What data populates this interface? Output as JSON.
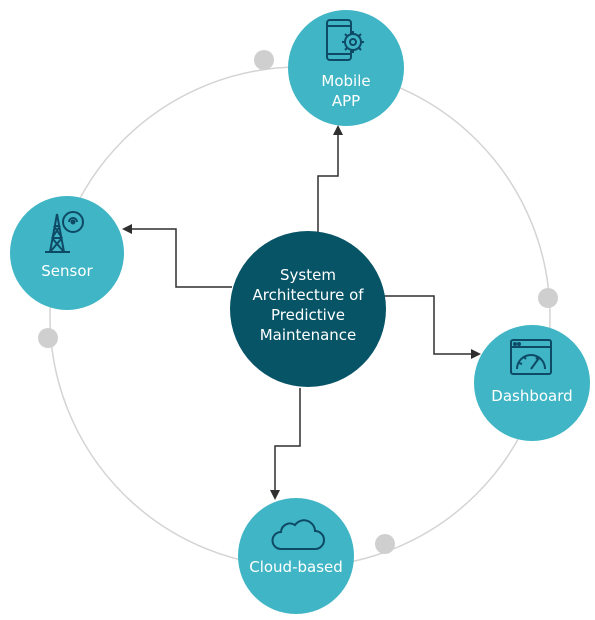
{
  "center": {
    "lines": [
      "System",
      "Architecture of",
      "Predictive",
      "Maintenance"
    ]
  },
  "nodes": {
    "mobile": {
      "lines": [
        "Mobile",
        "APP"
      ],
      "icon": "mobile-phone-gear-icon"
    },
    "sensor": {
      "lines": [
        "Sensor"
      ],
      "icon": "sensor-tower-icon"
    },
    "dashboard": {
      "lines": [
        "Dashboard"
      ],
      "icon": "dashboard-gauge-icon"
    },
    "cloud": {
      "lines": [
        "Cloud-based"
      ],
      "icon": "cloud-icon"
    }
  },
  "colors": {
    "center": "#075466",
    "node": "#3fb5c5",
    "icon": "#0e4a66",
    "ring": "#d4d4d4",
    "dot": "#cfcfcf",
    "arrow": "#2f2f2f"
  }
}
